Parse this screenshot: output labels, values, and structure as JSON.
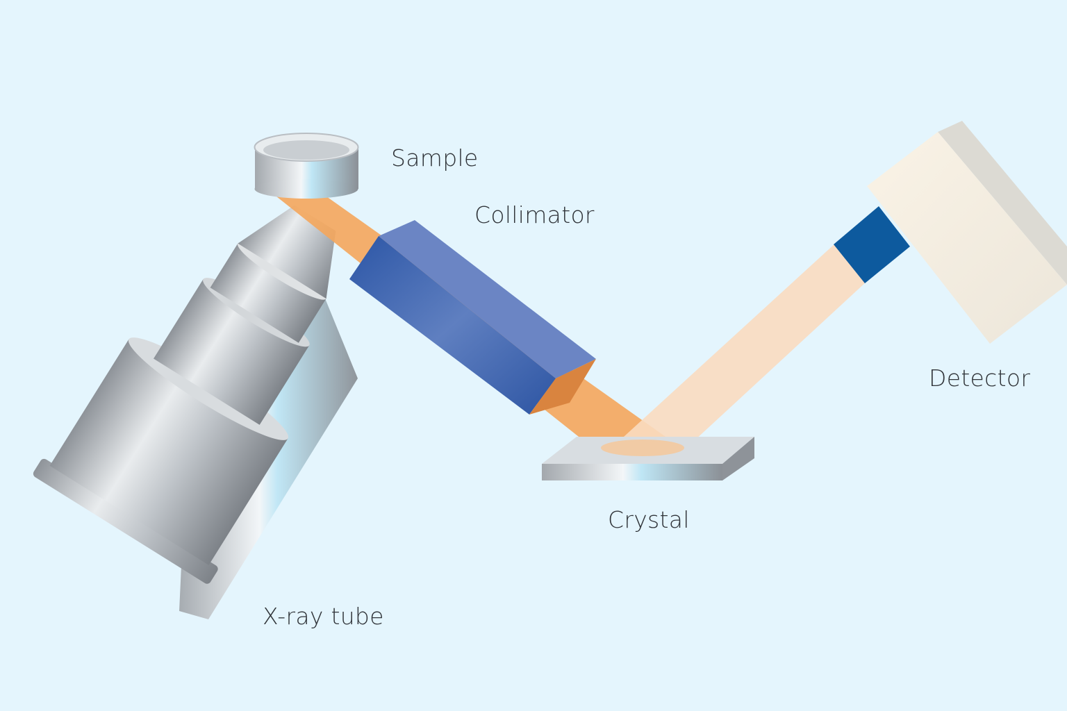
{
  "title": "X-ray fluorescence spectrometer schematic",
  "labels": {
    "sample": "Sample",
    "collimator": "Collimator",
    "detector": "Detector",
    "crystal": "Crystal",
    "xray_tube": "X-ray tube"
  },
  "colors": {
    "background": "#e4f5fd",
    "beam": "#f4a65c",
    "reflected_beam": "#f9dcc0",
    "collimator": "#3f63ae",
    "detector_collar": "#0d5a9e",
    "detector_body": "#f6efe2",
    "metal": "#c4c8cc"
  }
}
